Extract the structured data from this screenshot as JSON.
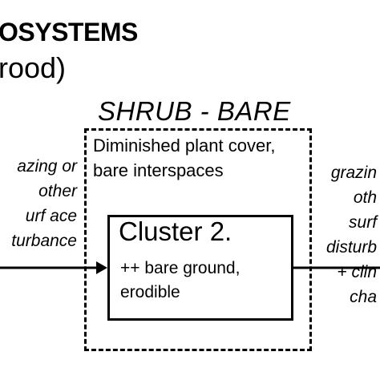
{
  "header": {
    "line1": "OSYSTEMS",
    "line2": "rood)"
  },
  "state": {
    "title": "SHRUB - BARE",
    "description": "Diminished plant cover, bare interspaces"
  },
  "cluster": {
    "title": "Cluster 2.",
    "description": "++ bare ground, erodible"
  },
  "left_driver": {
    "lines": [
      "azing or",
      "other",
      "urf ace",
      "turbance"
    ]
  },
  "right_driver": {
    "lines": [
      "grazin",
      "oth",
      "surf",
      "disturb",
      "+ clin",
      "cha"
    ]
  }
}
